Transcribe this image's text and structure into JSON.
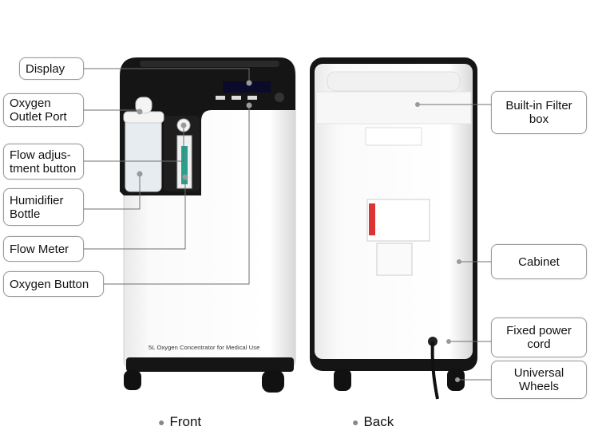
{
  "device_print": "5L Oxygen Concentrator for Medical Use",
  "left_labels": [
    "Display",
    "Oxygen Outlet Port",
    "Flow adjus- tment button",
    "Humidifier Bottle",
    "Flow Meter",
    "Oxygen Button"
  ],
  "left_labels_lines": [
    [
      "Display"
    ],
    [
      "Oxygen",
      "Outlet Port"
    ],
    [
      "Flow adjus-",
      "tment button"
    ],
    [
      "Humidifier",
      "Bottle"
    ],
    [
      "Flow Meter"
    ],
    [
      "Oxygen Button"
    ]
  ],
  "right_labels_lines": [
    [
      "Built-in Filter",
      "box"
    ],
    [
      "Cabinet"
    ],
    [
      "Fixed power",
      "cord"
    ],
    [
      "Universal",
      "Wheels"
    ]
  ],
  "captions": {
    "front": "Front",
    "back": "Back"
  },
  "colors": {
    "label_border": "#9a9a9a",
    "device_black": "#151515",
    "leader": "#6f6f6f"
  }
}
